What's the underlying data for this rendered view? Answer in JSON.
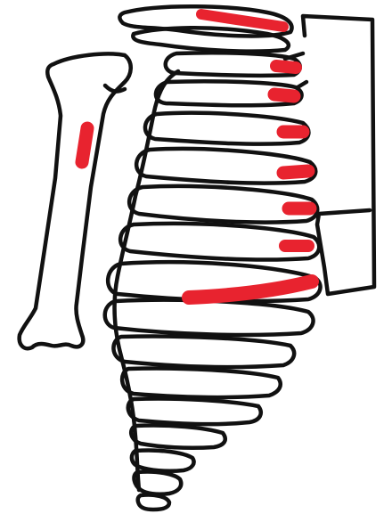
{
  "drawing": {
    "subject": "skeleton-ribcage-side-view",
    "colors": {
      "background": "#ffffff",
      "outline": "#111111",
      "highlight": "#e8232f"
    },
    "highlighted_regions": [
      "upper-arm-bone",
      "rib-1",
      "rib-2",
      "rib-3",
      "rib-4",
      "rib-5",
      "rib-6",
      "rib-7",
      "lower-rib"
    ]
  }
}
